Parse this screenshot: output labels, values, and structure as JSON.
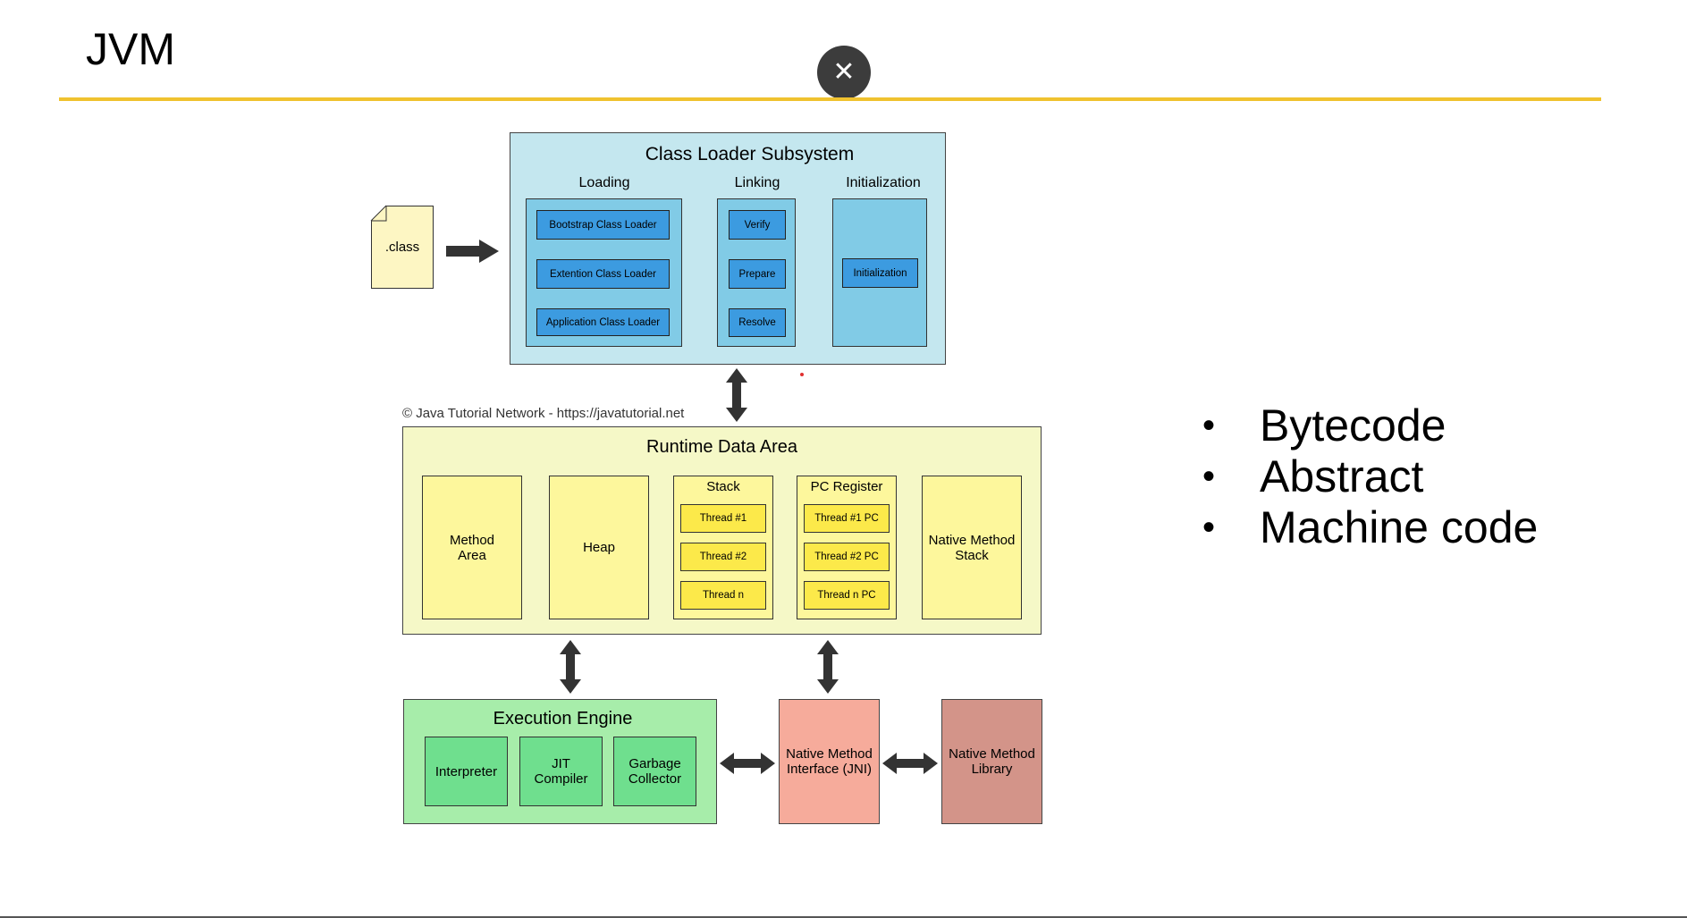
{
  "slide": {
    "title": "JVM",
    "close_icon": "close-icon",
    "close_glyph": "✕"
  },
  "diagram": {
    "class_file": ".class",
    "class_loader": {
      "title": "Class Loader Subsystem",
      "loading": {
        "label": "Loading",
        "items": [
          "Bootstrap Class Loader",
          "Extention Class Loader",
          "Application Class Loader"
        ]
      },
      "linking": {
        "label": "Linking",
        "items": [
          "Verify",
          "Prepare",
          "Resolve"
        ]
      },
      "initialization": {
        "label": "Initialization",
        "items": [
          "Initialization"
        ]
      }
    },
    "copyright": "© Java Tutorial Network - https://javatutorial.net",
    "runtime_data_area": {
      "title": "Runtime Data Area",
      "method_area": "Method Area",
      "heap": "Heap",
      "stack": {
        "label": "Stack",
        "threads": [
          "Thread #1",
          "Thread #2",
          "Thread n"
        ]
      },
      "pc_register": {
        "label": "PC Register",
        "threads": [
          "Thread #1 PC",
          "Thread #2 PC",
          "Thread n PC"
        ]
      },
      "native_method_stack": "Native Method Stack"
    },
    "execution_engine": {
      "title": "Execution Engine",
      "items": [
        "Interpreter",
        "JIT Compiler",
        "Garbage Collector"
      ]
    },
    "jni": "Native Method Interface (JNI)",
    "native_library": "Native Method Library"
  },
  "bullets": [
    "Bytecode",
    "Abstract",
    "Machine code"
  ],
  "colors": {
    "accent_rule": "#f0c22f",
    "class_loader_bg": "#c4e7ef",
    "loader_box": "#3c9be0",
    "runtime_bg": "#f5f8c7",
    "thread_box": "#fce94a",
    "execution_bg": "#a7edaa",
    "jni_bg": "#f6ab9b",
    "native_library_bg": "#d39489"
  }
}
